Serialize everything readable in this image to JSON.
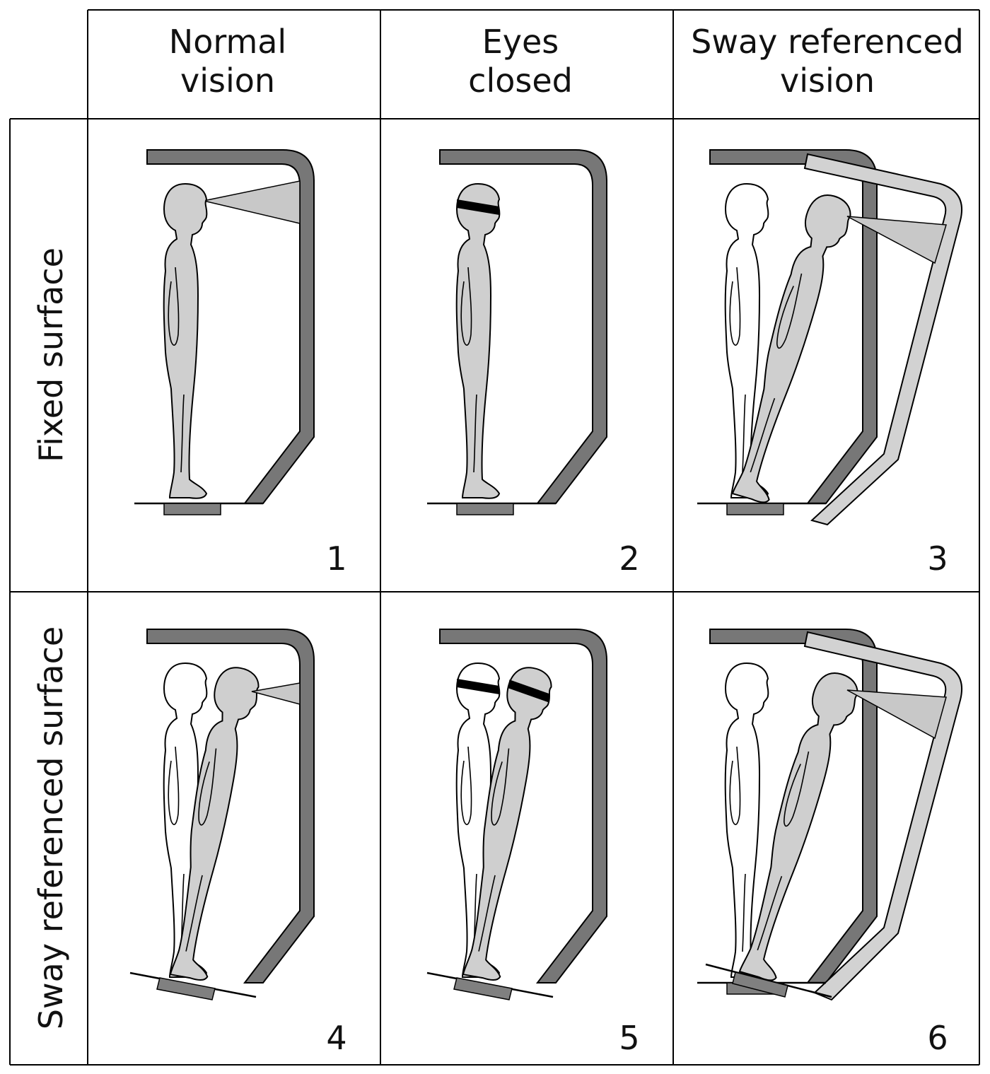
{
  "columns": [
    {
      "line1": "Normal",
      "line2": "vision"
    },
    {
      "line1": "Eyes",
      "line2": "closed"
    },
    {
      "line1": "Sway referenced",
      "line2": "vision"
    }
  ],
  "rows": [
    {
      "label": "Fixed surface"
    },
    {
      "label": "Sway referenced surface"
    }
  ],
  "conditions": [
    {
      "number": "1",
      "vision": "normal",
      "surface": "fixed"
    },
    {
      "number": "2",
      "vision": "eyes-closed",
      "surface": "fixed"
    },
    {
      "number": "3",
      "vision": "sway-referenced",
      "surface": "fixed"
    },
    {
      "number": "4",
      "vision": "normal",
      "surface": "sway-referenced"
    },
    {
      "number": "5",
      "vision": "eyes-closed",
      "surface": "sway-referenced"
    },
    {
      "number": "6",
      "vision": "sway-referenced",
      "surface": "sway-referenced"
    }
  ],
  "colors": {
    "enclosure": "#777777",
    "moving_enclosure": "#d2d2d2",
    "figure": "#cfcfcf",
    "platform": "#808080",
    "blindfold": "#000000"
  }
}
